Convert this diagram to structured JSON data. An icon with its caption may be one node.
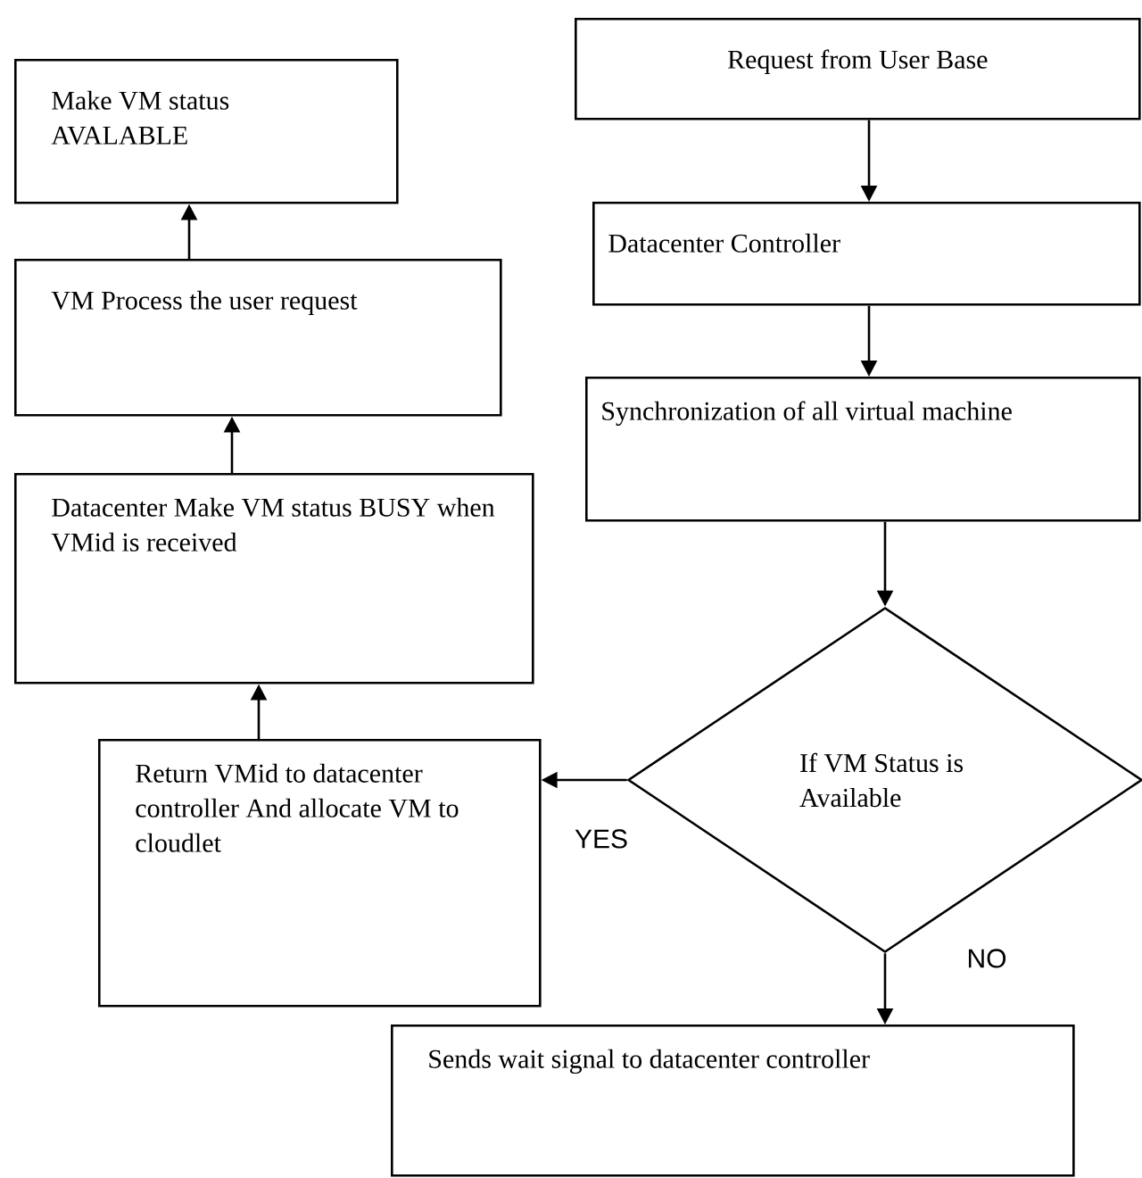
{
  "diagram": {
    "nodes": [
      {
        "text": [
          "Request from User Base"
        ]
      },
      {
        "text": [
          "Datacenter Controller"
        ]
      },
      {
        "text": [
          "Synchronization of all virtual machine"
        ]
      },
      {
        "text": [
          "If VM Status is Available"
        ]
      },
      {
        "text": [
          "Return VMid to datacenter controller And allocate VM to cloudlet"
        ]
      },
      {
        "text": [
          "Datacenter Make VM status BUSY when VMid is received"
        ]
      },
      {
        "text": [
          "VM Process the user request"
        ]
      },
      {
        "text": [
          "Make VM status AVALABLE"
        ]
      },
      {
        "text": [
          "Sends wait signal to datacenter controller"
        ]
      }
    ],
    "edges": [
      {
        "from": 0,
        "to": 1,
        "arrow": "to"
      },
      {
        "from": 1,
        "to": 2,
        "arrow": "to"
      },
      {
        "from": 2,
        "to": 3,
        "arrow": "to"
      },
      {
        "from": 3,
        "to": 4,
        "arrow": "to",
        "label": "YES"
      },
      {
        "from": 4,
        "to": 5,
        "arrow": "to"
      },
      {
        "from": 5,
        "to": 6,
        "arrow": "to"
      },
      {
        "from": 6,
        "to": 7,
        "arrow": "to"
      },
      {
        "from": 3,
        "to": 8,
        "arrow": "to",
        "label": "NO"
      }
    ]
  }
}
